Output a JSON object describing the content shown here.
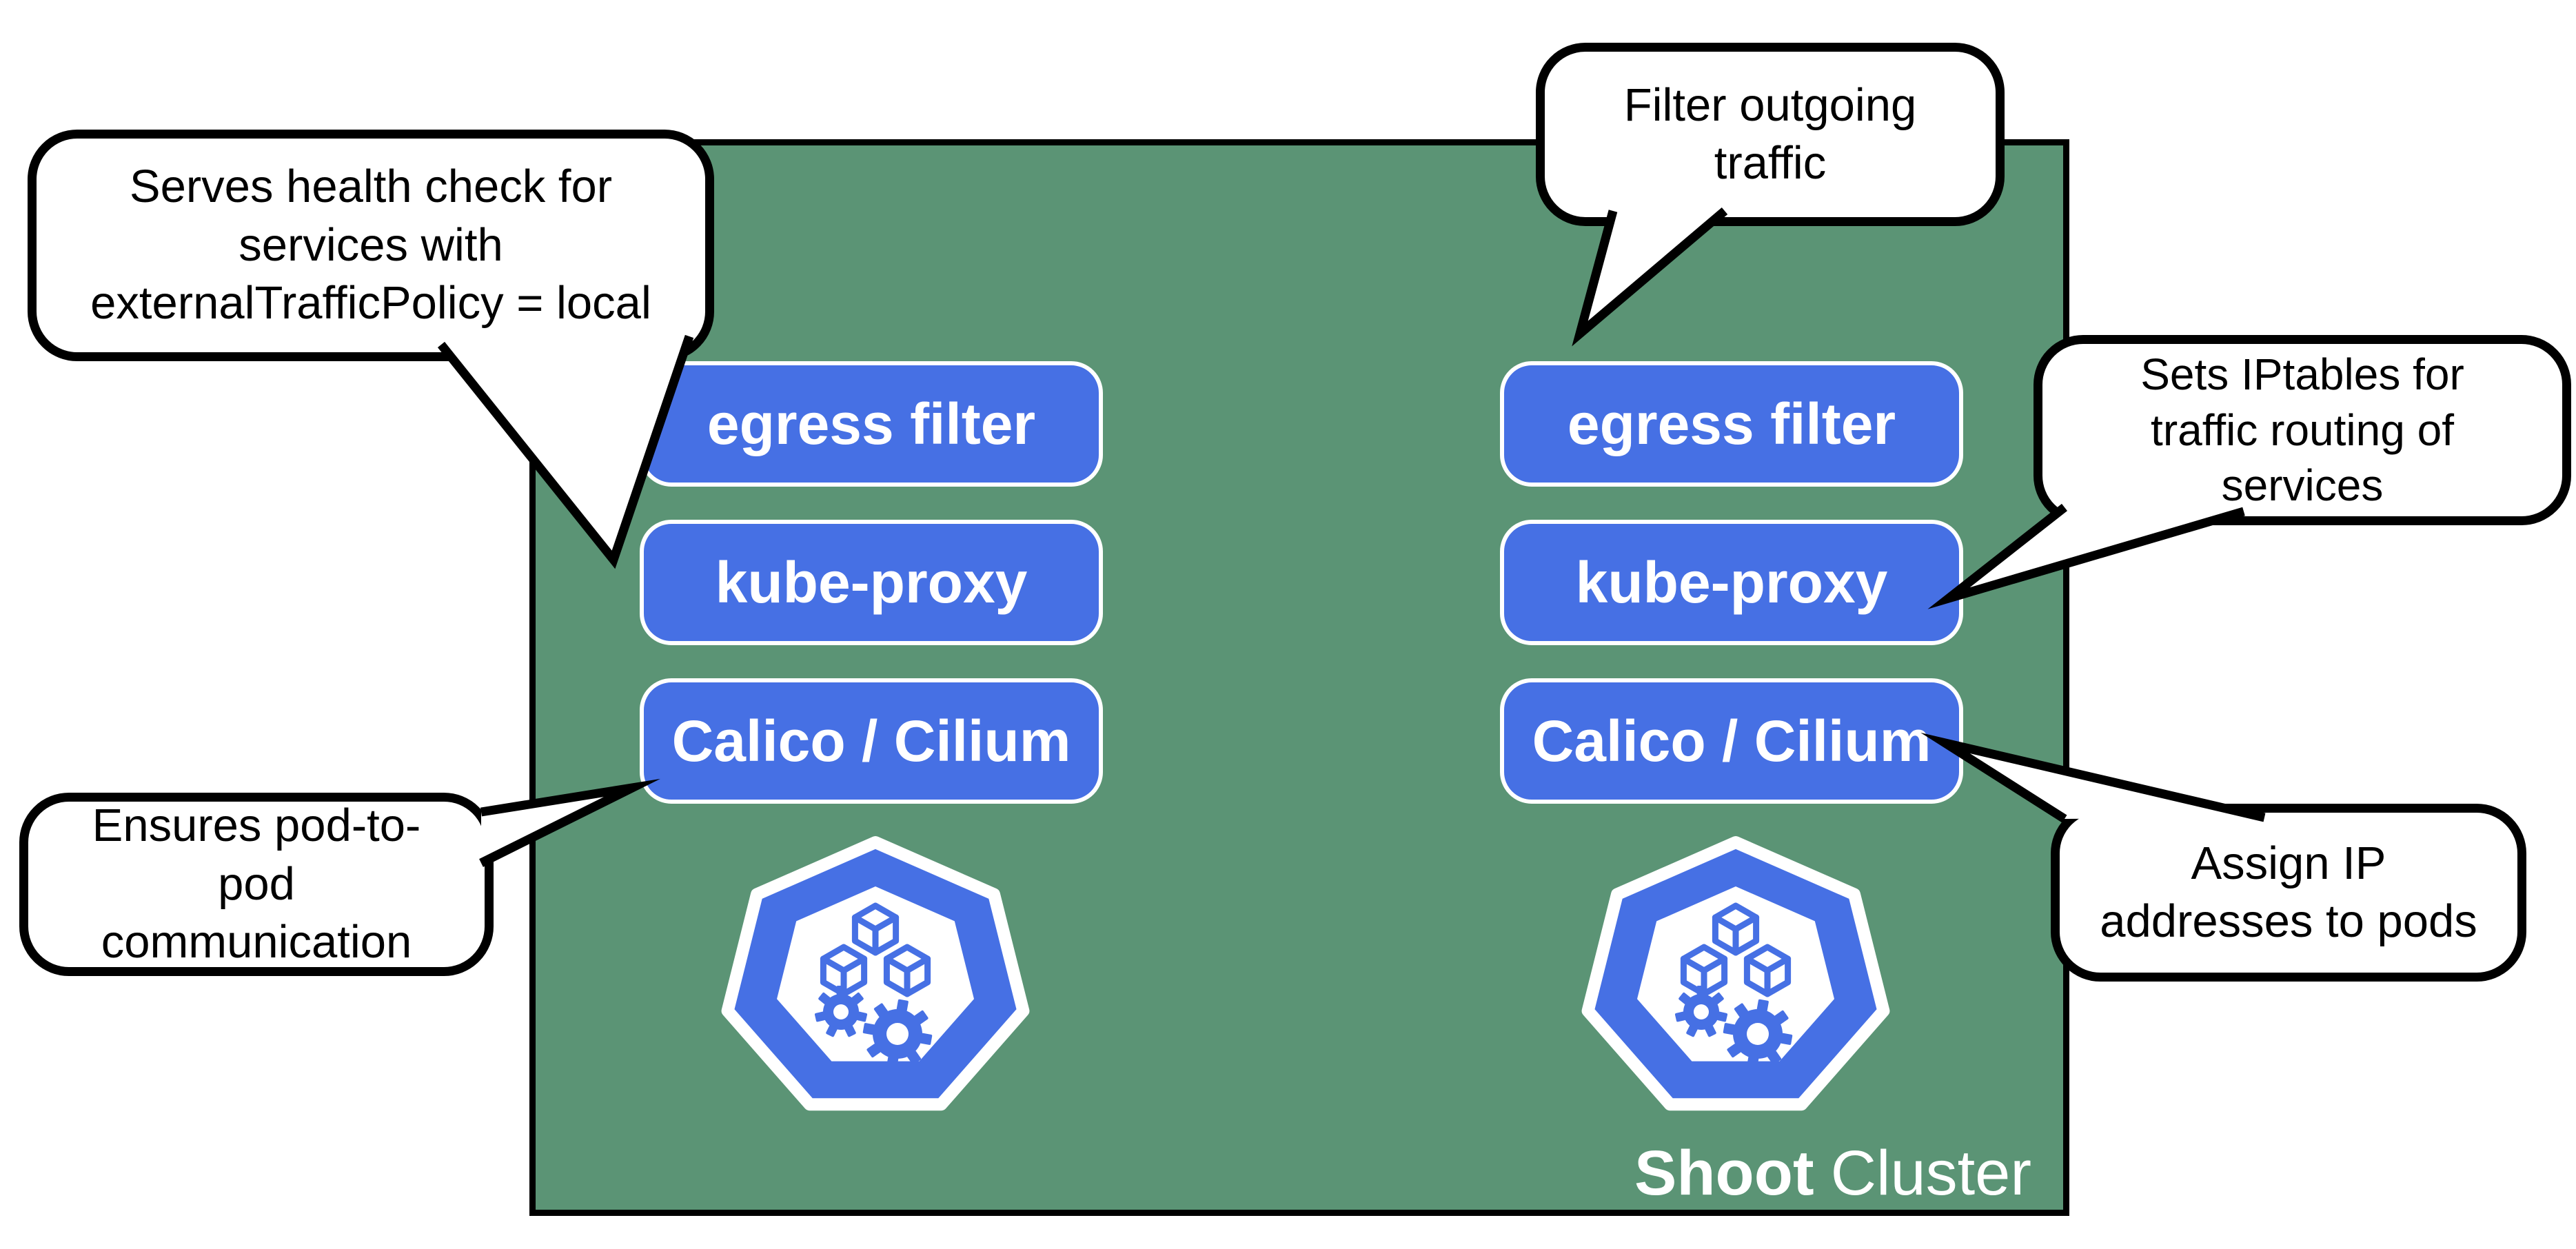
{
  "cluster": {
    "label_bold": "Shoot",
    "label_regular": "Cluster"
  },
  "nodes": [
    {
      "components": [
        "egress filter",
        "kube-proxy",
        "Calico / Cilium"
      ]
    },
    {
      "components": [
        "egress filter",
        "kube-proxy",
        "Calico / Cilium"
      ]
    }
  ],
  "callouts": [
    {
      "lines": [
        "Serves health check for",
        "services with",
        "externalTrafficPolicy = local"
      ]
    },
    {
      "lines": [
        "Filter outgoing",
        "traffic"
      ]
    },
    {
      "lines": [
        "Sets IPtables for",
        "traffic routing of",
        "services"
      ]
    },
    {
      "lines": [
        "Ensures pod-to-",
        "pod",
        "communication"
      ]
    },
    {
      "lines": [
        "Assign IP",
        "addresses to pods"
      ]
    }
  ],
  "icons": [
    {
      "name": "kubernetes-node-icon",
      "shape": "heptagon-with-cubes-and-gears"
    }
  ],
  "colors": {
    "cluster_green": "#5b9475",
    "component_blue": "#4670e4",
    "bubble_border": "#000000",
    "text_on_color": "#ffffff"
  }
}
